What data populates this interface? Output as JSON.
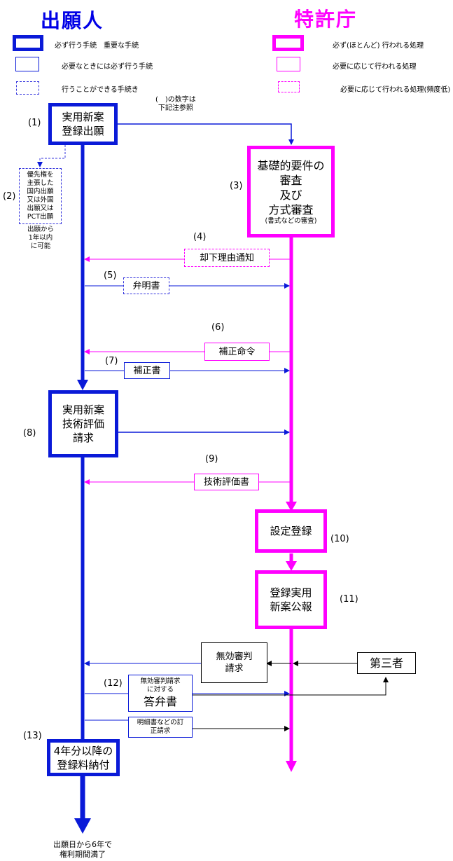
{
  "headers": {
    "applicant": "出願人",
    "office": "特許庁"
  },
  "legend": {
    "applicant": {
      "thick": "必ず行う手続　重要な手続",
      "thin": "必要なときには必ず行う手続",
      "dashed": "行うことができる手続き"
    },
    "office": {
      "thick": "必ず(ほとんど) 行われる処理",
      "thin": "必要に応じて行われる処理",
      "dashed": "必要に応じて行われる処理(頻度低)"
    }
  },
  "note_top": {
    "line1": "(　)の数字は",
    "line2": "下記注参照"
  },
  "labels": {
    "n1": "(1)",
    "n2": "(2)",
    "n3": "(3)",
    "n4": "(4)",
    "n5": "(5)",
    "n6": "(6)",
    "n7": "(7)",
    "n8": "(8)",
    "n9": "(9)",
    "n10": "(10)",
    "n11": "(11)",
    "n12": "(12)",
    "n13": "(13)"
  },
  "boxes": {
    "filing": {
      "line1": "実用新案",
      "line2": "登録出願"
    },
    "priority": {
      "l1": "優先権を",
      "l2": "主張した",
      "l3": "国内出願",
      "l4": "又は外国",
      "l5": "出願又は",
      "l6": "PCT出願"
    },
    "priority_note": {
      "l1": "出願から",
      "l2": "1年以内",
      "l3": "に可能"
    },
    "basic_exam": {
      "line1": "基礎的要件の",
      "line2": "審査",
      "line3": "及び",
      "line4": "方式審査",
      "sub": "(書式などの審査)"
    },
    "rejection_notice": "却下理由通知",
    "argument": "弁明書",
    "amend_order": "補正命令",
    "amendment": "補正書",
    "tech_eval_request": {
      "line1": "実用新案",
      "line2": "技術評価",
      "line3": "請求"
    },
    "tech_eval_report": "技術評価書",
    "registration": "設定登録",
    "gazette": {
      "line1": "登録実用",
      "line2": "新案公報"
    },
    "invalidation": {
      "line1": "無効審判",
      "line2": "請求"
    },
    "third_party": "第三者",
    "answer": {
      "small1": "無効審判請求",
      "small2": "に対する",
      "main": "答弁書"
    },
    "correction": {
      "line1": "明細書などの訂",
      "line2": "正請求"
    },
    "fee": {
      "line1": "4年分以降の",
      "line2": "登録料納付"
    }
  },
  "bottom_note": {
    "line1": "出願日から6年で",
    "line2": "権利期間満了"
  },
  "colors": {
    "blue": "#0a1ad8",
    "magenta": "#ff00ff",
    "black": "#000000"
  }
}
